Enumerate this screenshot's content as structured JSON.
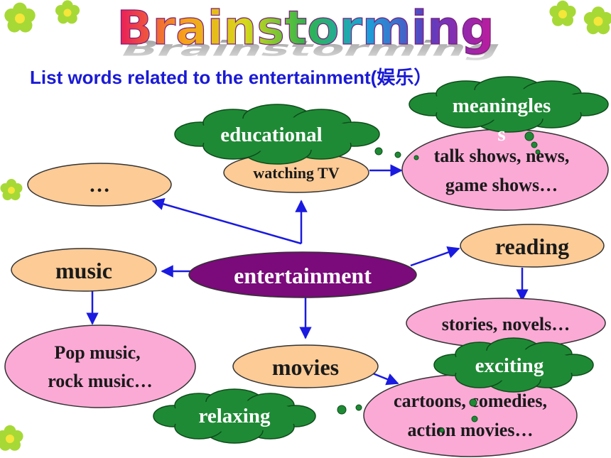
{
  "title": "Brainstorming",
  "subtitle": "List words related to the entertainment(娱乐）",
  "colors": {
    "peach": "#fccb96",
    "pink": "#fbaad6",
    "purple": "#7b0a7b",
    "cloud": "#1f8a35",
    "cloud_dark": "#16702a",
    "arrow": "#1a1ae0",
    "subtitle": "#1a1ad6"
  },
  "nodes": {
    "center": "entertainment",
    "ellipsis": "…",
    "watching_tv": "watching TV",
    "tv_examples": [
      "talk shows, news,",
      "game shows…"
    ],
    "music": "music",
    "music_examples": [
      "Pop music,",
      "rock music…"
    ],
    "reading": "reading",
    "reading_examples": "stories, novels…",
    "movies": "movies",
    "movie_examples": [
      "cartoons, comedies,",
      "action movies…"
    ]
  },
  "clouds": {
    "educational": "educational",
    "meaningless": [
      "meaningles",
      "s"
    ],
    "exciting": "exciting",
    "relaxing": "relaxing"
  },
  "decor": [
    "flower-icon",
    "flower-icon",
    "flower-icon",
    "flower-icon",
    "flower-icon"
  ]
}
